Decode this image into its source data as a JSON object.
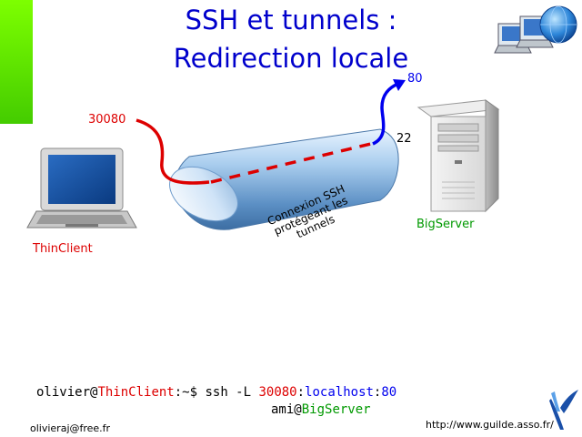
{
  "title": {
    "line1": "SSH et tunnels :",
    "line2": "Redirection locale"
  },
  "labels": {
    "port_local": "30080",
    "port_remote": "80",
    "port_ssh": "22",
    "client": "ThinClient",
    "server": "BigServer",
    "tunnel_l1": "Connexion SSH",
    "tunnel_l2": "protégeant les",
    "tunnel_l3": "tunnels"
  },
  "command": {
    "user": "olivier",
    "at": "@",
    "host": "ThinClient",
    "prompt": ":~$ ssh -L ",
    "lport": "30080",
    "sep1": ":",
    "target": "localhost",
    "sep2": ":",
    "rport": "80",
    "line2_user": "ami",
    "line2_at": "@",
    "line2_host": "BigServer"
  },
  "footer": {
    "email": "olivieraj@free.fr",
    "url": "http://www.guilde.asso.fr/"
  },
  "colors": {
    "title": "#0000cc",
    "red": "#dd0000",
    "blue": "#0000ee",
    "green": "#009900",
    "green_bar": "#66ee00"
  },
  "icons": [
    "laptop-icon",
    "server-tower-icon",
    "network-globe-icon",
    "guild-bird-logo"
  ]
}
